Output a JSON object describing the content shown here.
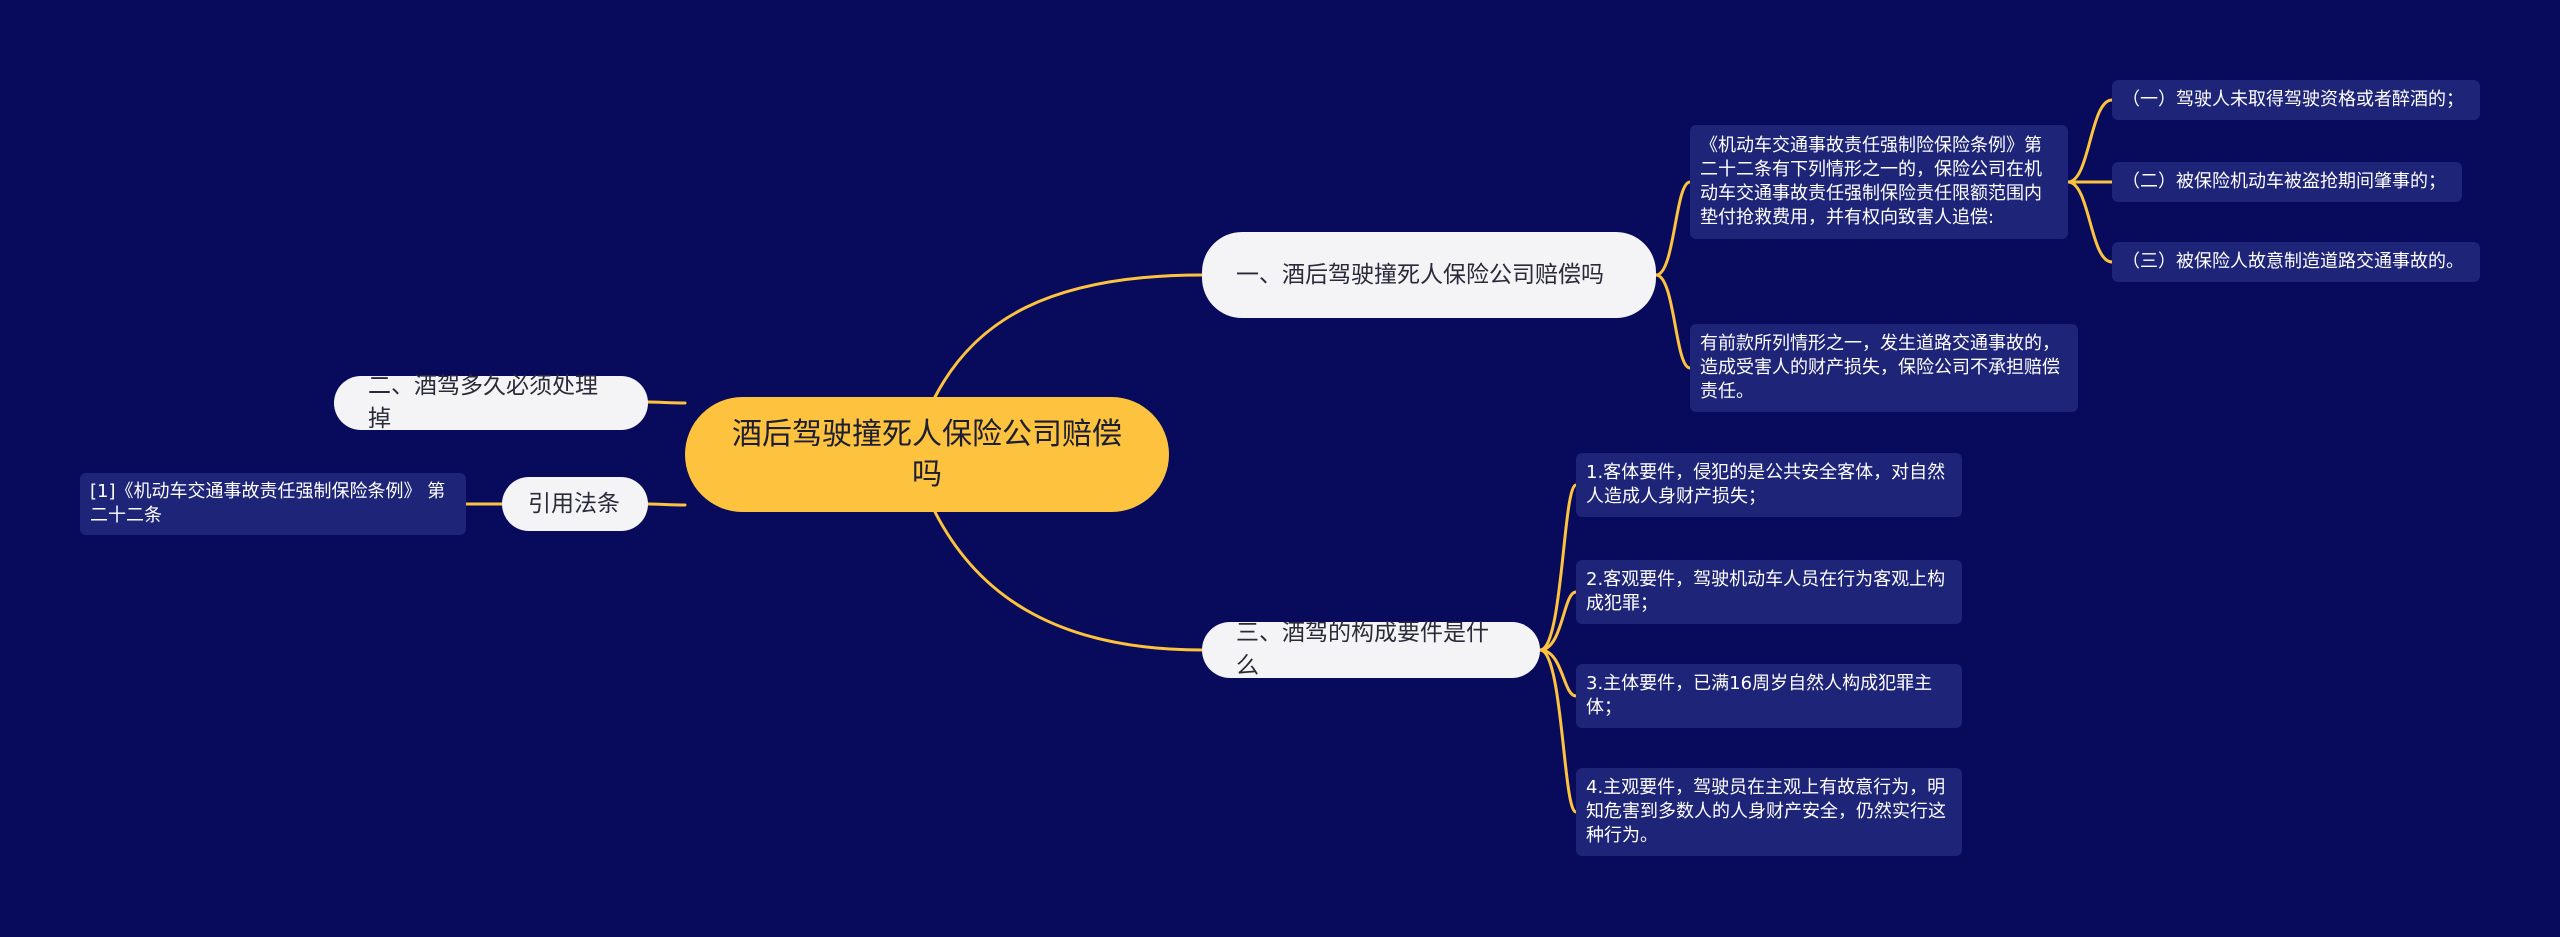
{
  "root": {
    "label": "酒后驾驶撞死人保险公司赔偿吗"
  },
  "branches": {
    "b1": {
      "label": "一、酒后驾驶撞死人保险公司赔偿吗",
      "children": [
        "《机动车交通事故责任强制险保险条例》第二十二条有下列情形之一的，保险公司在机动车交通事故责任强制保险责任限额范围内垫付抢救费用，并有权向致害人追偿:",
        "有前款所列情形之一，发生道路交通事故的，造成受害人的财产损失，保险公司不承担赔偿责任。"
      ],
      "sub": [
        "（一）驾驶人未取得驾驶资格或者醉酒的；",
        "（二）被保险机动车被盗抢期间肇事的；",
        "（三）被保险人故意制造道路交通事故的。"
      ]
    },
    "b2": {
      "label": "二、酒驾多久必须处理掉"
    },
    "b3": {
      "label": "引用法条",
      "children": [
        "[1]《机动车交通事故责任强制保险条例》 第二十二条"
      ]
    },
    "b4": {
      "label": "三、酒驾的构成要件是什么",
      "children": [
        "1.客体要件，侵犯的是公共安全客体，对自然人造成人身财产损失；",
        "2.客观要件，驾驶机动车人员在行为客观上构成犯罪；",
        "3.主体要件，已满16周岁自然人构成犯罪主体；",
        "4.主观要件，驾驶员在主观上有故意行为，明知危害到多数人的人身财产安全，仍然实行这种行为。"
      ]
    }
  },
  "colors": {
    "background": "#080b5c",
    "root": "#fdc33f",
    "connector": "#fdc33f",
    "pill": "#f4f4f6",
    "leaf": "#1e2477"
  }
}
